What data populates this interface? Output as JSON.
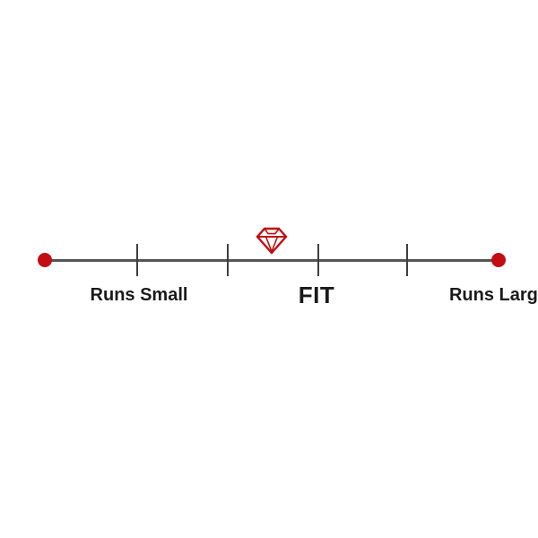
{
  "fit_scale": {
    "labels": {
      "left": "Runs Small",
      "center": "FIT",
      "right": "Runs Large"
    },
    "indicator": {
      "icon": "ruby-gem-icon",
      "position_percent": 50
    },
    "scale": {
      "tick_count": 4,
      "segment_count": 5
    },
    "colors": {
      "accent_red": "#c20d11",
      "line_gray": "#555555",
      "tick_gray": "#3f3f3f",
      "text_black": "#1a1a1a",
      "background": "#ffffff"
    }
  }
}
